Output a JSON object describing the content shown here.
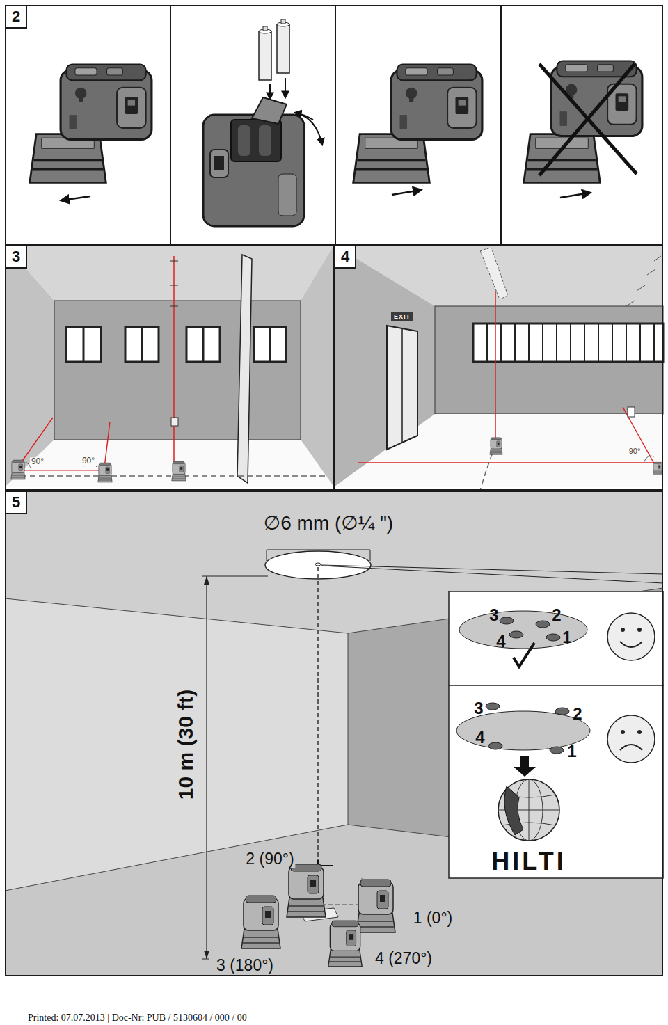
{
  "diagram": {
    "nodes": [
      {
        "text": [
          "2"
        ]
      },
      {
        "text": [
          "3"
        ]
      },
      {
        "text": [
          "4"
        ]
      },
      {
        "text": [
          "EXIT"
        ],
        "in": 2
      },
      {
        "text": [
          "5"
        ]
      }
    ],
    "labels": [
      "90°",
      "90°",
      "90°",
      "∅6 mm (∅¼ \")",
      "10 m (30 ft)",
      "3",
      "2",
      "4",
      "1",
      "3",
      "2",
      "4",
      "1",
      "HILTI",
      "2 (90°)",
      "1 (0°)",
      "3 (180°)",
      "4 (270°)",
      "Printed: 07.07.2013 | Doc-Nr: PUB / 5130604 / 000 / 00"
    ]
  }
}
